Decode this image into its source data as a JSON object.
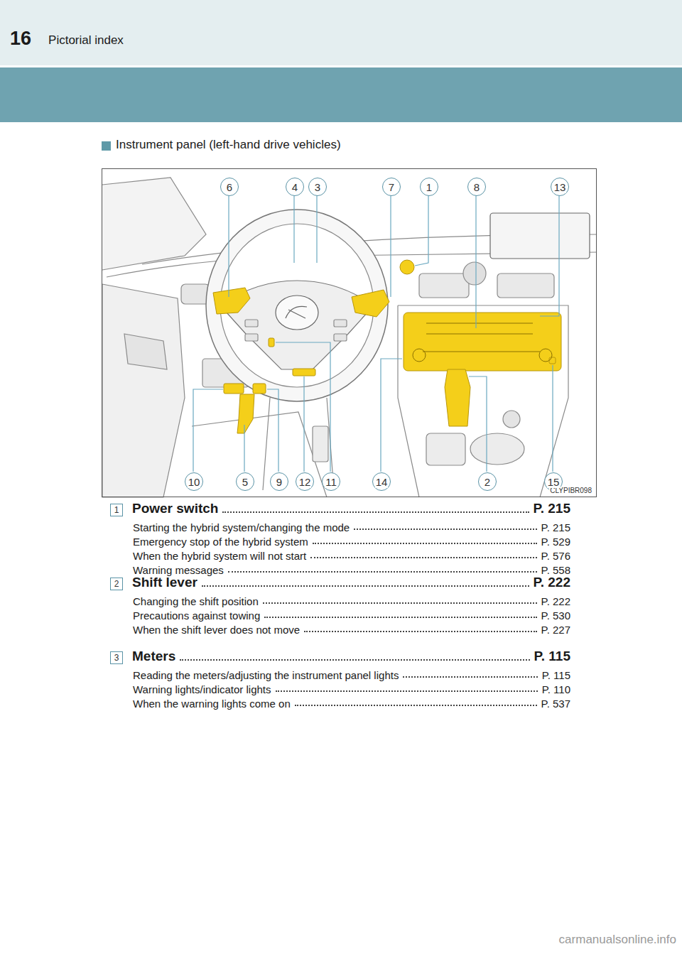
{
  "diagram": {
    "title": "Instrument panel (left-hand drive vehicles)",
    "nodes": [
      {
        "text": [
          "16",
          "Pictorial index"
        ]
      },
      {
        "text": [
          "CLYPIBR098"
        ]
      },
      {
        "text": [
          "6"
        ],
        "in": 1
      },
      {
        "text": [
          "4"
        ],
        "in": 1
      },
      {
        "text": [
          "3"
        ],
        "in": 1
      },
      {
        "text": [
          "7"
        ],
        "in": 1
      },
      {
        "text": [
          "1"
        ],
        "in": 1
      },
      {
        "text": [
          "8"
        ],
        "in": 1
      },
      {
        "text": [
          "13"
        ],
        "in": 1
      },
      {
        "text": [
          "10"
        ],
        "in": 1
      },
      {
        "text": [
          "5"
        ],
        "in": 1
      },
      {
        "text": [
          "9"
        ],
        "in": 1
      },
      {
        "text": [
          "12"
        ],
        "in": 1
      },
      {
        "text": [
          "11"
        ],
        "in": 1
      },
      {
        "text": [
          "14"
        ],
        "in": 1
      },
      {
        "text": [
          "2"
        ],
        "in": 1
      },
      {
        "text": [
          "15"
        ],
        "in": 1
      },
      {
        "text": [
          "1"
        ]
      },
      {
        "text": [
          "2"
        ]
      },
      {
        "text": [
          "3"
        ]
      }
    ],
    "labels": [
      "Power switch",
      "P. 215",
      "Starting the hybrid system/changing the mode",
      "P. 215",
      "Emergency stop of the hybrid system",
      "P. 529",
      "When the hybrid system will not start",
      "P. 576",
      "Warning messages",
      "P. 558",
      "Shift lever",
      "P. 222",
      "Changing the shift position",
      "P. 222",
      "Precautions against towing",
      "P. 530",
      "When the shift lever does not move",
      "P. 227",
      "Meters",
      "P. 115",
      "Reading the meters/adjusting the instrument panel lights",
      "P. 115",
      "Warning lights/indicator lights",
      "P. 110",
      "When the warning lights come on",
      "P. 537",
      "carmanualsonline.info"
    ]
  }
}
